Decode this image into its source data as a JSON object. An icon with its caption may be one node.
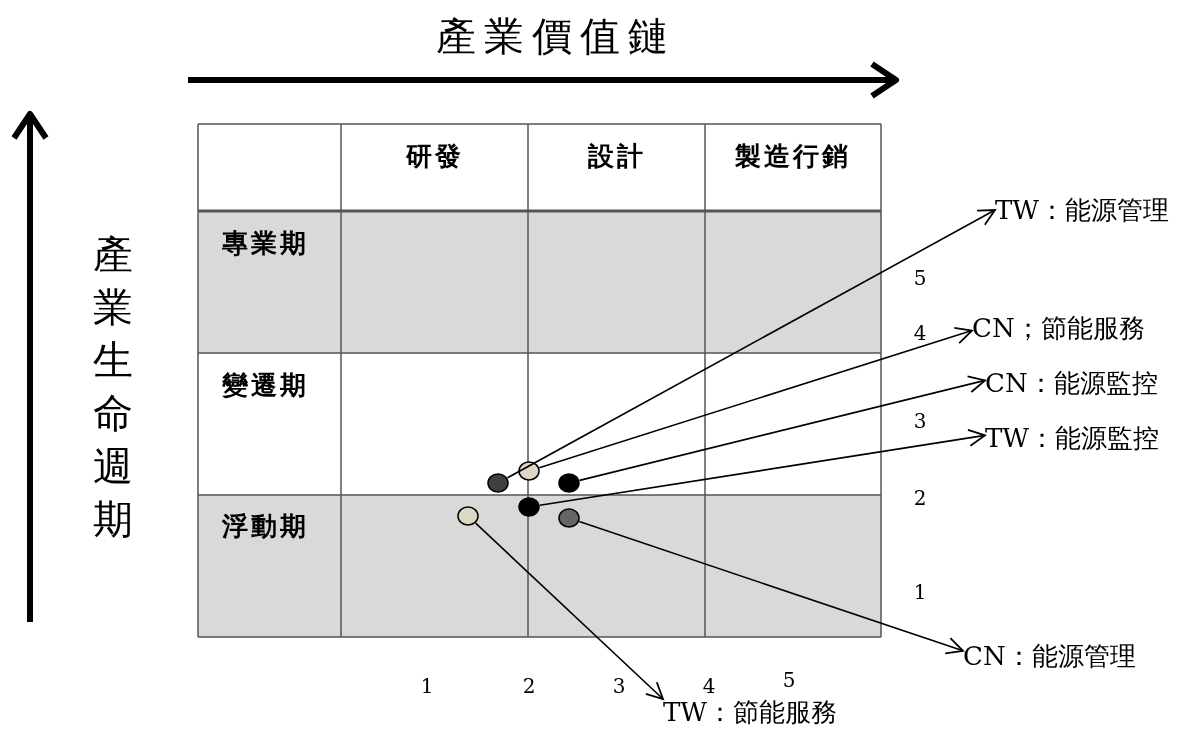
{
  "diagram": {
    "title": "產業價值鏈",
    "nodes": [
      {
        "text": [
          "TW：能源管理"
        ]
      },
      {
        "text": [
          "CN；節能服務"
        ]
      },
      {
        "text": [
          "CN：能源監控"
        ]
      },
      {
        "text": [
          "TW：能源監控"
        ]
      },
      {
        "text": [],
        "shape": "circle"
      },
      {
        "text": [],
        "shape": "circle"
      },
      {
        "text": [],
        "shape": "circle"
      },
      {
        "text": [],
        "shape": "circle"
      },
      {
        "text": [],
        "shape": "circle"
      },
      {
        "text": [],
        "shape": "circle"
      },
      {
        "text": [
          "CN：能源管理"
        ]
      },
      {
        "text": [
          "TW：節能服務"
        ]
      }
    ],
    "edges": [
      {
        "from": 4,
        "to": 0,
        "arrow": "to"
      },
      {
        "from": 5,
        "to": 1,
        "arrow": "to"
      },
      {
        "from": 6,
        "to": 2,
        "arrow": "to"
      },
      {
        "from": 7,
        "to": 3,
        "arrow": "to"
      },
      {
        "from": 8,
        "to": 11,
        "arrow": "to"
      },
      {
        "from": 9,
        "to": 10,
        "arrow": "to"
      }
    ],
    "labels": [
      "產業生命週期",
      "研發",
      "設計",
      "製造行銷",
      "專業期",
      "變遷期",
      "浮動期",
      "5",
      "4",
      "3",
      "2",
      "1",
      "1",
      "2",
      "3",
      "4",
      "5"
    ]
  }
}
